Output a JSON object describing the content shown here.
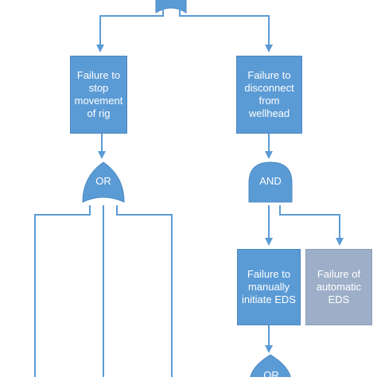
{
  "nodes": {
    "failure_to_stop": "Failure to\nstop\nmovement\nof rig",
    "failure_to_disconnect": "Failure to\ndisconnect\nfrom\nwellhead",
    "failure_manual_eds": "Failure to\nmanually\ninitiate EDS",
    "failure_automatic_eds": "Failure of\nautomatic\nEDS"
  },
  "gates": {
    "or_gate": "OR",
    "and_gate": "AND",
    "or_gate_bottom": "OR"
  },
  "colors": {
    "primary_box": "#5b9bd5",
    "secondary_box": "#9dafc8",
    "connector": "#5b9bd5"
  }
}
